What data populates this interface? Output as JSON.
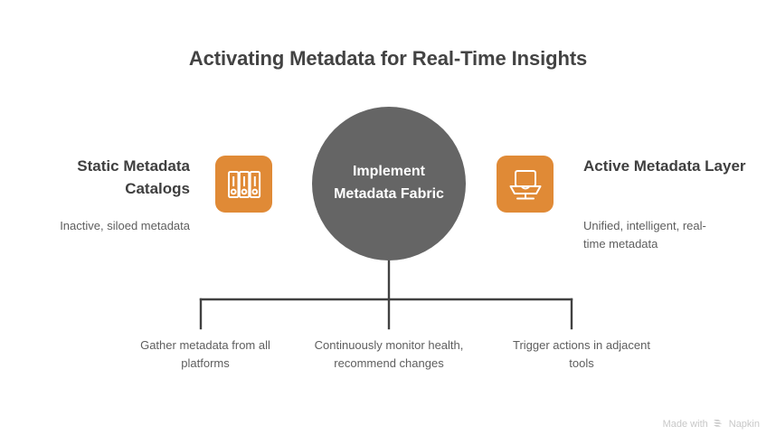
{
  "page": {
    "title": "Activating Metadata for Real-Time Insights",
    "background": "#ffffff"
  },
  "colors": {
    "accent_orange": "#e08a36",
    "center_gray": "#656565",
    "heading_text": "#3f3f3f",
    "body_text": "#5e5e5e",
    "connector_line": "#414141",
    "watermark_text": "#c8c8c8"
  },
  "center": {
    "label": "Implement Metadata Fabric",
    "icon": "circle-node"
  },
  "sides": [
    {
      "id": "left",
      "heading": "Static Metadata Catalogs",
      "description": "Inactive, siloed metadata",
      "icon": "binders-archive-icon"
    },
    {
      "id": "right",
      "heading": "Active Metadata Layer",
      "description": "Unified, intelligent, real-time metadata",
      "icon": "laptop-monitor-icon"
    }
  ],
  "branches": [
    {
      "label": "Gather metadata from all platforms"
    },
    {
      "label": "Continuously monitor health, recommend changes"
    },
    {
      "label": "Trigger actions in adjacent tools"
    }
  ],
  "watermark": {
    "prefix": "Made with",
    "brand": "Napkin",
    "logo_icon": "napkin-chevron-logo"
  }
}
